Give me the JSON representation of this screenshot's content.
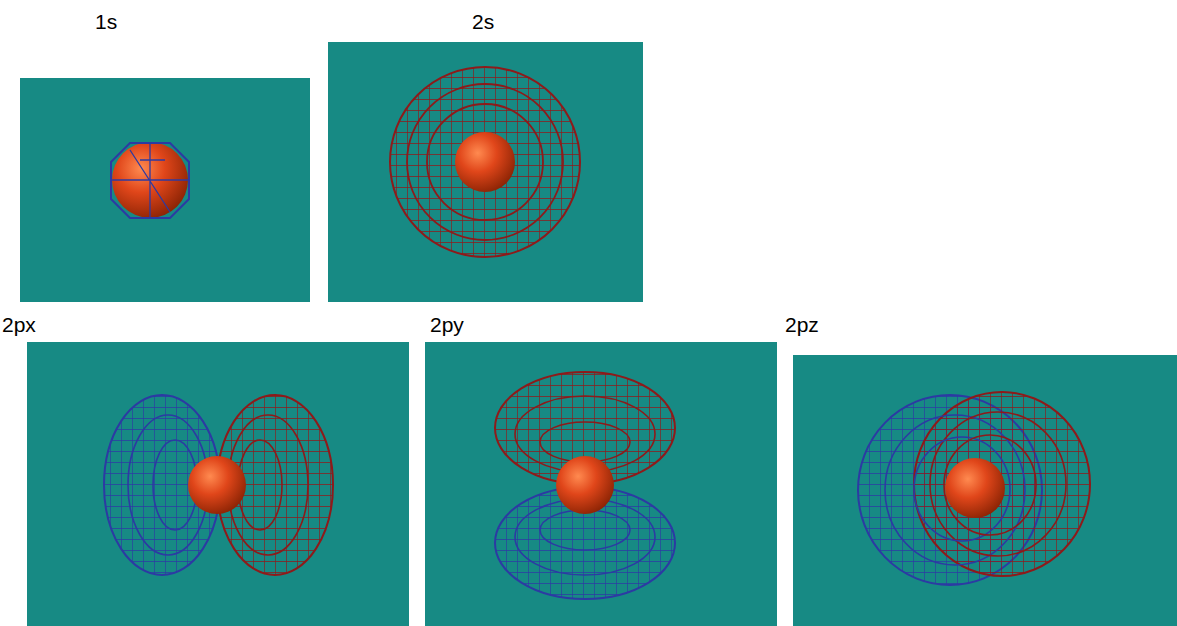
{
  "diagram": {
    "labels": [
      "1s",
      "2s",
      "2px",
      "2py",
      "2pz"
    ]
  }
}
